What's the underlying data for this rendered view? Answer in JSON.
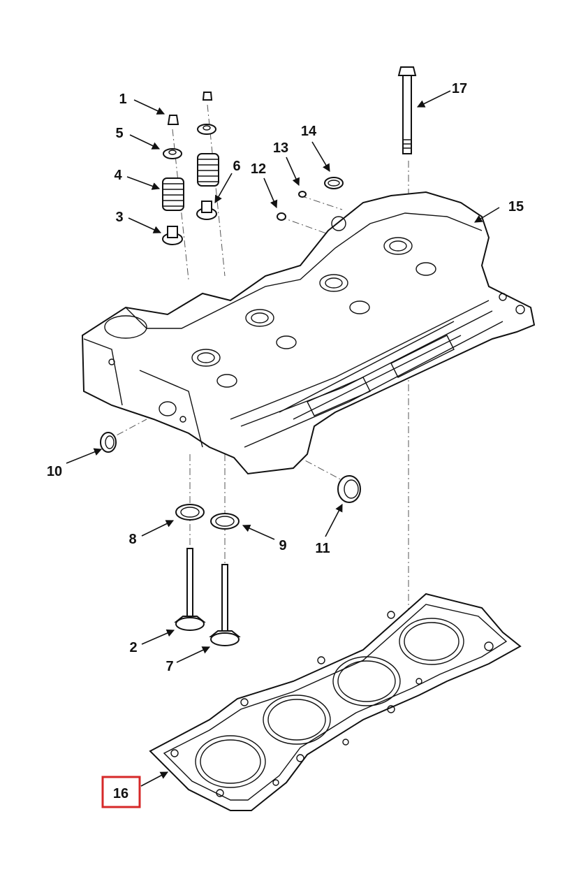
{
  "callouts": {
    "c1": "1",
    "c2": "2",
    "c3": "3",
    "c4": "4",
    "c5": "5",
    "c6": "6",
    "c7": "7",
    "c8": "8",
    "c9": "9",
    "c10": "10",
    "c11": "11",
    "c12": "12",
    "c13": "13",
    "c14": "14",
    "c15": "15",
    "c16": "16",
    "c17": "17"
  },
  "highlight": {
    "callout": "16",
    "color": "#d62828"
  }
}
